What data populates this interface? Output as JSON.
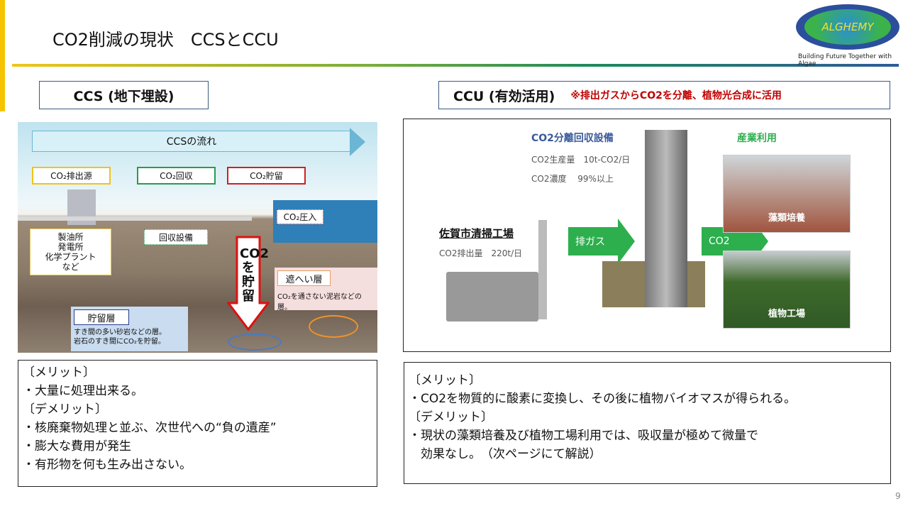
{
  "title": "CO2削減の現状　CCSとCCU",
  "logo": {
    "name": "ALGHEMY",
    "tagline": "Building Future Together with Algae"
  },
  "ccs": {
    "heading": "CCS (地下埋設)",
    "diagram": {
      "flow": "CCSの流れ",
      "source": "CO₂排出源",
      "capture": "CO₂回収",
      "storage": "CO₂貯留",
      "facilities": [
        "製油所",
        "発電所",
        "化学プラント",
        "など"
      ],
      "capture_facility": "回収設備",
      "injection": "CO₂圧入",
      "arrow_text": "CO2を貯留",
      "cap_layer": "遮へい層",
      "cap_layer_desc": "CO₂を通さない泥岩などの層。",
      "reservoir": "貯留層",
      "reservoir_desc": [
        "すき間の多い砂岩などの層。",
        "岩石のすき間にCO₂を貯留。"
      ]
    },
    "notes": [
      "〔メリット〕",
      "・大量に処理出来る。",
      "〔デメリット〕",
      "・核廃棄物処理と並ぶ、次世代への“負の遺産”",
      "・膨大な費用が発生",
      "・有形物を何も生み出さない。"
    ]
  },
  "ccu": {
    "heading": "CCU (有効活用)",
    "note": "※排出ガスからCO2を分離、植物光合成に活用",
    "diagram": {
      "plant": "佐賀市清掃工場",
      "plant_emission": "CO2排出量　220t/日",
      "exhaust": "排ガス",
      "sep_title": "CO2分離回収設備",
      "sep_prod": "CO2生産量　10t-CO2/日",
      "sep_conc": "CO2濃度　 99%以上",
      "co2": "CO2",
      "use_title": "産業利用",
      "algae": "藻類培養",
      "plant_factory": "植物工場"
    },
    "notes": [
      "〔メリット〕",
      "・CO2を物質的に酸素に変換し、その後に植物バイオマスが得られる。",
      "〔デメリット〕",
      "・現状の藻類培養及び植物工場利用では、吸収量が極めて微量で",
      "　効果なし。　（次ページにて解説）"
    ]
  },
  "page_number": "9"
}
